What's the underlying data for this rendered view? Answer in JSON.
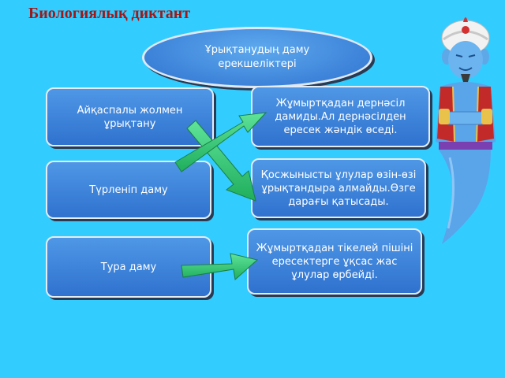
{
  "title": "Биологиялық диктант",
  "header_ellipse": "Ұрықтанудың даму ерекшеліктері",
  "left_items": [
    "Айқаспалы жолмен ұрықтану",
    "Түрленіп даму",
    "Тура даму"
  ],
  "right_items": [
    "Жұмыртқадан дернәсіл дамиды.Ал дернәсілден ересек жәндік өседі.",
    "Қосжынысты ұлулар өзін-өзі ұрықтандыра алмайды.Өзге дарағы қатысады.",
    "Жұмыртқадан тікелей пішіні ересектерге ұқсас жас ұлулар өрбейді."
  ],
  "colors": {
    "background": "#33ccff",
    "title": "#a01818",
    "box_fill": "#3a80d8",
    "arrow_fill": "#33cc77"
  },
  "icons": [
    "genie-icon"
  ]
}
